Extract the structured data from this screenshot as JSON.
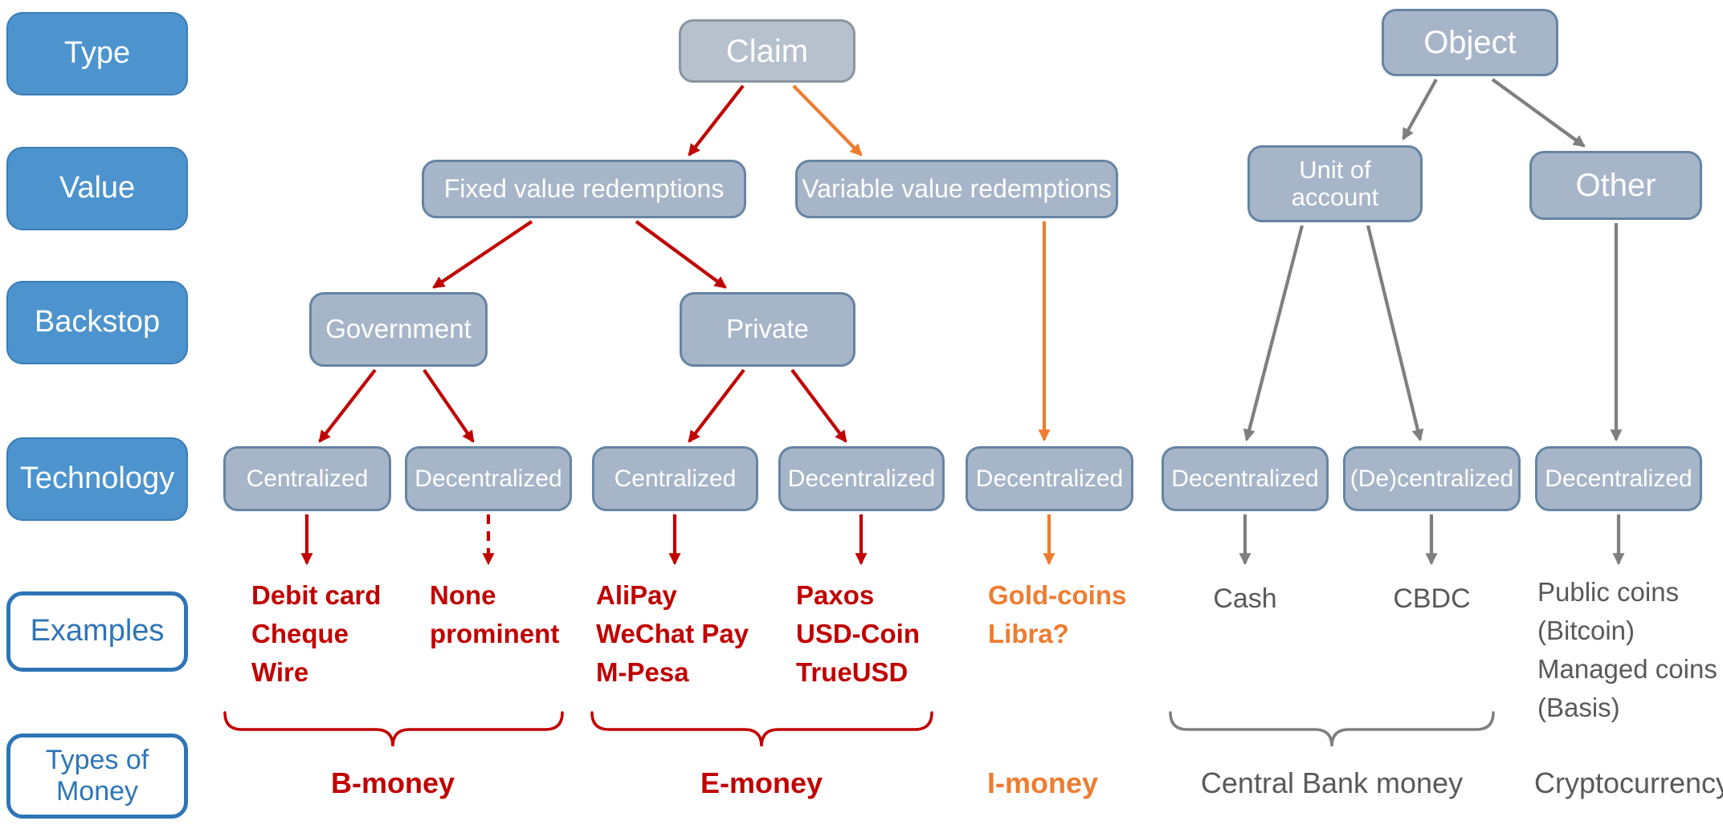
{
  "row_labels": {
    "type": "Type",
    "value": "Value",
    "backstop": "Backstop",
    "technology": "Technology",
    "examples": "Examples",
    "types_line1": "Types of",
    "types_line2": "Money"
  },
  "nodes": {
    "claim": "Claim",
    "object": "Object",
    "fixed": "Fixed value redemptions",
    "variable": "Variable value redemptions",
    "unit_line1": "Unit of",
    "unit_line2": "account",
    "other": "Other",
    "government": "Government",
    "private": "Private",
    "tech_gov_centralized": "Centralized",
    "tech_gov_decentralized": "Decentralized",
    "tech_priv_centralized": "Centralized",
    "tech_priv_decentralized": "Decentralized",
    "tech_variable_decentralized": "Decentralized",
    "tech_unit_decentralized": "Decentralized",
    "tech_unit_decentralized2": "(De)centralized",
    "tech_other_decentralized": "Decentralized"
  },
  "examples": {
    "gov_centralized": [
      "Debit card",
      "Cheque",
      "Wire"
    ],
    "gov_decentralized": [
      "None",
      "prominent"
    ],
    "priv_centralized": [
      "AliPay",
      "WeChat Pay",
      "M-Pesa"
    ],
    "priv_decentralized": [
      "Paxos",
      "USD-Coin",
      "TrueUSD"
    ],
    "variable_decentralized": [
      "Gold-coins",
      "Libra?"
    ],
    "unit_decentralized": [
      "Cash"
    ],
    "unit_decentralized2": [
      "CBDC"
    ],
    "other_decentralized": [
      "Public coins",
      "(Bitcoin)",
      "Managed coins",
      "(Basis)"
    ]
  },
  "money_types": {
    "b": "B-money",
    "e": "E-money",
    "i": "I-money",
    "central_bank": "Central Bank money",
    "crypto": "Cryptocurrency"
  },
  "colors": {
    "blue_label": "#4D94CE",
    "blue_outline_text": "#2E75B6",
    "node_fill": "#A7B5C8",
    "node_border": "#6684A3",
    "red": "#C00000",
    "orange": "#ED7D31",
    "gray_arrow": "#7F7F7F",
    "gray_text": "#595959"
  }
}
